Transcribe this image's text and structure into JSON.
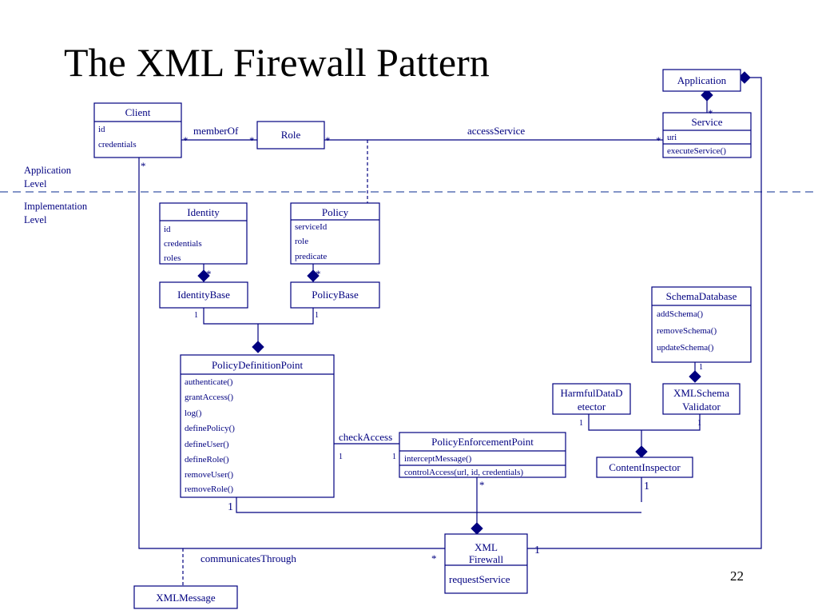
{
  "title": "The XML Firewall Pattern",
  "page_number": "22",
  "levels": {
    "application": [
      "Application",
      "Level"
    ],
    "implementation": [
      "Implementation",
      "Level"
    ]
  },
  "classes": {
    "application": {
      "name": "Application"
    },
    "client": {
      "name": "Client",
      "attrs": [
        "id",
        "credentials"
      ]
    },
    "role": {
      "name": "Role"
    },
    "service": {
      "name": "Service",
      "attrs": [
        "uri"
      ],
      "ops": [
        "executeService()"
      ]
    },
    "identity": {
      "name": "Identity",
      "attrs": [
        "id",
        "credentials",
        "roles"
      ]
    },
    "policy": {
      "name": "Policy",
      "attrs": [
        "serviceId",
        "role",
        "predicate"
      ]
    },
    "identitybase": {
      "name": "IdentityBase"
    },
    "policybase": {
      "name": "PolicyBase"
    },
    "schemadatabase": {
      "name": "SchemaDatabase",
      "ops": [
        "addSchema()",
        "removeSchema()",
        "updateSchema()"
      ]
    },
    "pdp": {
      "name": "PolicyDefinitionPoint",
      "ops": [
        "authenticate()",
        "grantAccess()",
        "log()",
        "definePolicy()",
        "defineUser()",
        "defineRole()",
        "removeUser()",
        "removeRole()"
      ]
    },
    "harmful": {
      "name": [
        "HarmfulDataD",
        "etector"
      ]
    },
    "validator": {
      "name": [
        "XMLSchema",
        "Validator"
      ]
    },
    "pep": {
      "name": "PolicyEnforcementPoint",
      "ops": [
        "interceptMessage()",
        "controlAccess(url, id, credentials)"
      ]
    },
    "inspector": {
      "name": "ContentInspector"
    },
    "firewall": {
      "name": [
        "XML",
        "Firewall"
      ],
      "ops": [
        "requestService"
      ]
    },
    "xmlmessage": {
      "name": "XMLMessage"
    }
  },
  "associations": {
    "memberOf": "memberOf",
    "accessService": "accessService",
    "checkAccess": "checkAccess",
    "communicatesThrough": "communicatesThrough"
  },
  "multiplicities": {
    "client_role_left": "*",
    "client_role_right": "*",
    "role_service_left": "*",
    "role_service_right": "*",
    "application_service": "*",
    "client_down": "*",
    "identity_identitybase": "*",
    "policy_policybase": "*",
    "identitybase_pdp": "1",
    "policybase_pdp": "1",
    "pdp_pep_left": "1",
    "pdp_pep_right": "1",
    "schemadb_validator": "1",
    "harmful_inspector": "1",
    "validator_inspector": "1",
    "pep_firewall": "*",
    "inspector_firewall": "1",
    "pdp_firewall": "1",
    "firewall_application": "1",
    "message_firewall": "*"
  },
  "colors": {
    "ink": "#000080",
    "title": "#000000",
    "level_line": "#3a56a8"
  }
}
